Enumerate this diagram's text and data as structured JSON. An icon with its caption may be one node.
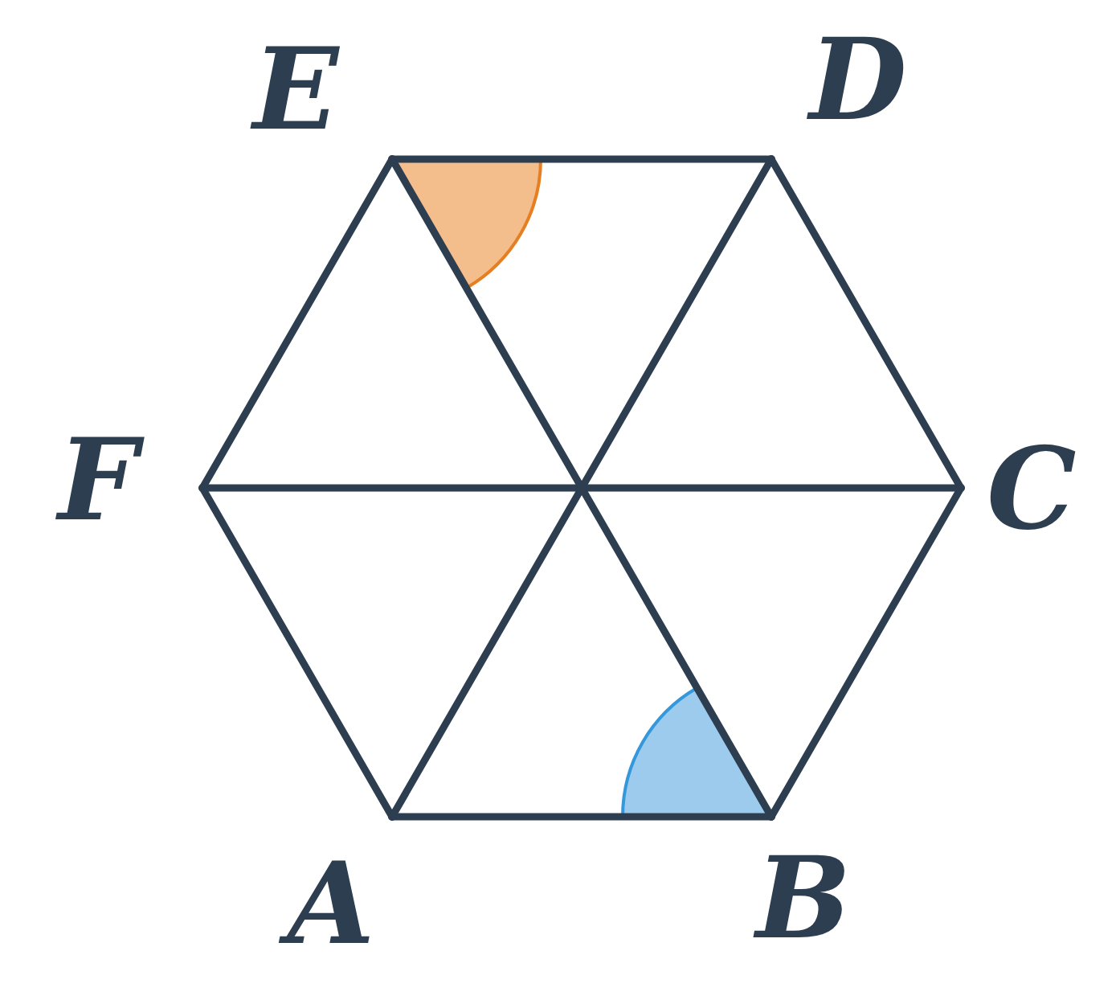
{
  "diagram": {
    "nodes": [
      {
        "text": [],
        "shape": "point",
        "beside": [
          "E"
        ]
      },
      {
        "text": [],
        "shape": "point",
        "beside": [
          "D"
        ]
      },
      {
        "text": [],
        "shape": "point",
        "beside": [
          "F"
        ]
      },
      {
        "text": [],
        "shape": "point",
        "beside": [
          "C"
        ]
      },
      {
        "text": [],
        "shape": "point",
        "beside": [
          "A"
        ]
      },
      {
        "text": [],
        "shape": "point",
        "beside": [
          "B"
        ]
      }
    ],
    "edges": [
      {
        "from": 4,
        "to": 5,
        "arrow": "none"
      },
      {
        "from": 5,
        "to": 3,
        "arrow": "none"
      },
      {
        "from": 3,
        "to": 1,
        "arrow": "none"
      },
      {
        "from": 1,
        "to": 0,
        "arrow": "none"
      },
      {
        "from": 0,
        "to": 2,
        "arrow": "none"
      },
      {
        "from": 2,
        "to": 4,
        "arrow": "none"
      },
      {
        "from": 4,
        "to": 1,
        "arrow": "none"
      },
      {
        "from": 5,
        "to": 0,
        "arrow": "none"
      },
      {
        "from": 3,
        "to": 2,
        "arrow": "none"
      }
    ]
  }
}
